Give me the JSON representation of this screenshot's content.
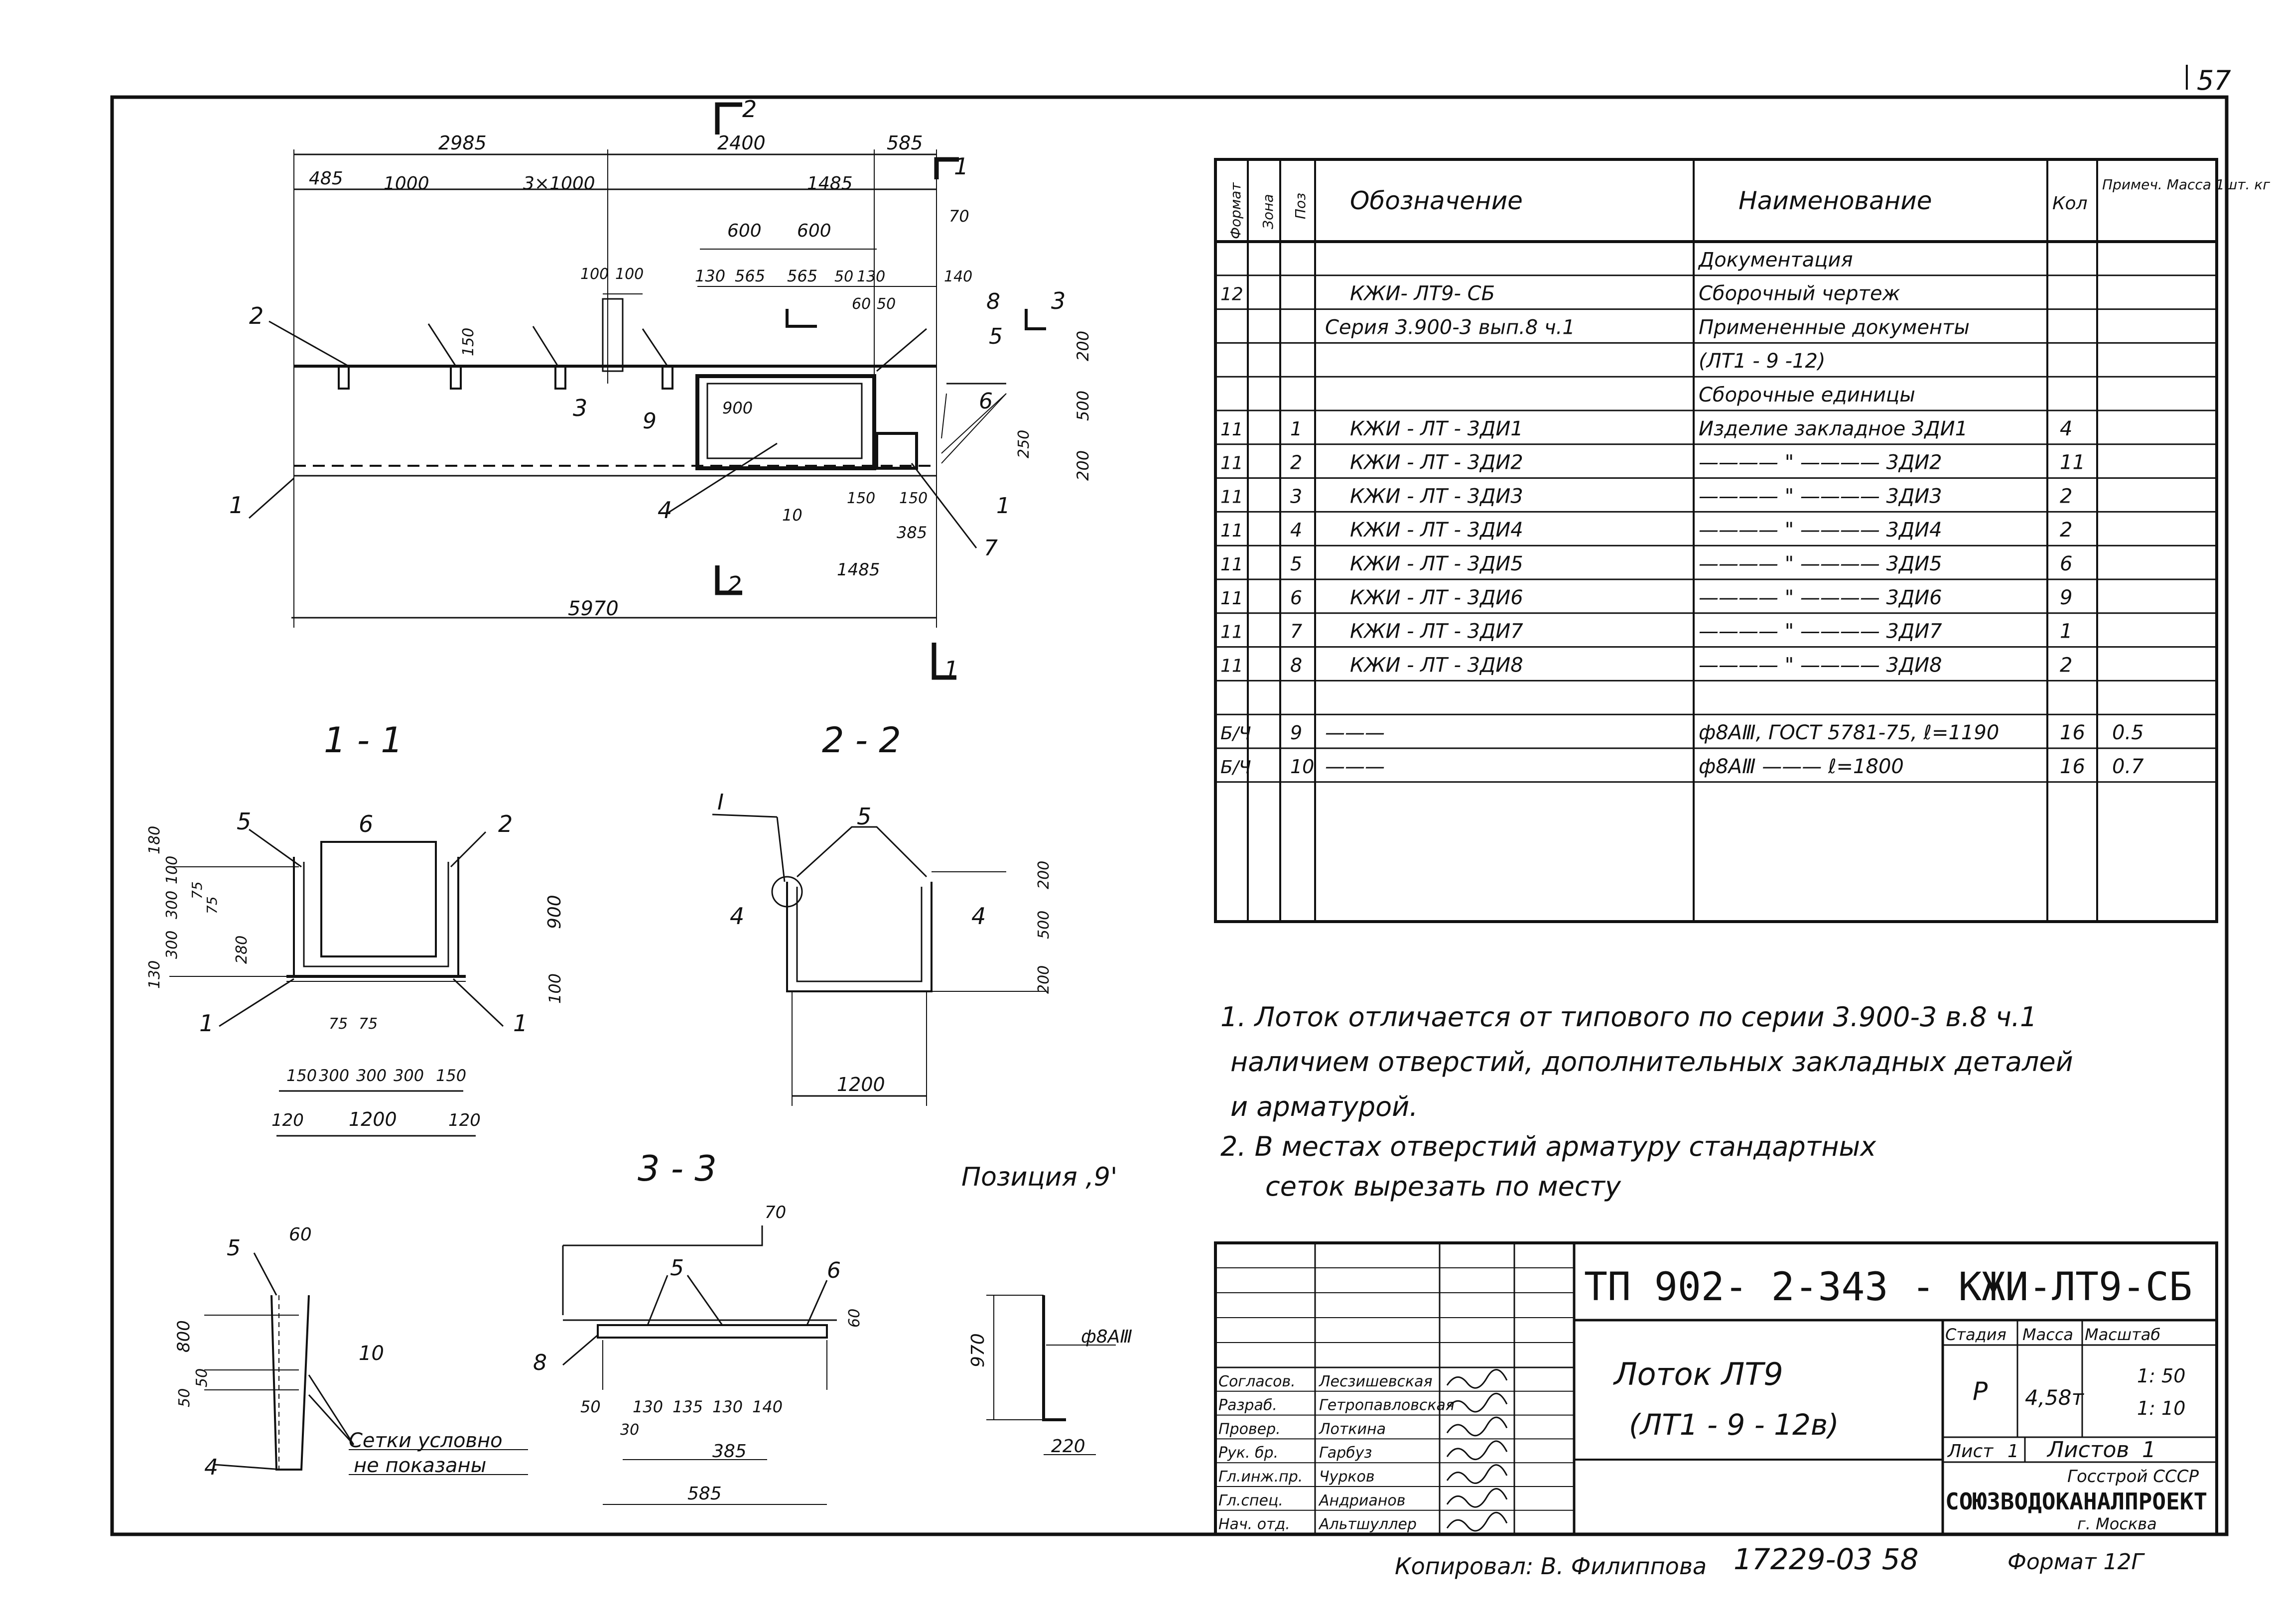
{
  "sheet": {
    "page_number": "57",
    "copied_by": "Копировал: В. Филиппова",
    "copy_code": "17229-03  58",
    "format": "Формат 12Г"
  },
  "plan": {
    "dims": [
      "2985",
      "2400",
      "585",
      "485",
      "1000",
      "3×1000",
      "1485",
      "600",
      "600",
      "130",
      "565",
      "565",
      "50",
      "130",
      "60",
      "50",
      "70",
      "140",
      "100",
      "100",
      "150",
      "900",
      "200",
      "500",
      "200",
      "250",
      "150",
      "150",
      "385",
      "1485",
      "5970",
      "10"
    ],
    "positions": [
      "1",
      "2",
      "3",
      "4",
      "5",
      "6",
      "7",
      "8",
      "9",
      "1"
    ],
    "cut_marks": [
      "2",
      "1",
      "3",
      "2",
      "1"
    ]
  },
  "sections": {
    "s11_title": "1 - 1",
    "s22_title": "2 - 2",
    "s33_title": "3 - 3",
    "pos9_title": "Позиция ,9'",
    "s11_dims": [
      "180",
      "100",
      "300",
      "300",
      "75",
      "75",
      "130",
      "280",
      "900",
      "100",
      "75",
      "75",
      "150",
      "300",
      "300",
      "300",
      "150",
      "120",
      "1200",
      "120"
    ],
    "s11_pos": [
      "5",
      "6",
      "2",
      "1",
      "1"
    ],
    "s22_dims": [
      "200",
      "500",
      "200",
      "1200"
    ],
    "s22_pos": [
      "I",
      "5",
      "4",
      "4"
    ],
    "s33_dims": [
      "60",
      "800",
      "50",
      "50",
      "70",
      "60",
      "50",
      "130",
      "135",
      "130",
      "140",
      "30",
      "385",
      "585"
    ],
    "s33_pos": [
      "5",
      "10",
      "4",
      "5",
      "6",
      "8"
    ],
    "s33_note": "Сетки условно не показаны",
    "pos9_dims": [
      "970",
      "220"
    ],
    "pos9_label": "ф8АⅢ"
  },
  "spec": {
    "headers": [
      "Формат",
      "Зона",
      "Поз",
      "Обозначение",
      "Наименование",
      "Кол",
      "Примеч. Масса 1шт. кг"
    ],
    "rows": [
      {
        "fmt": "",
        "zone": "",
        "pos": "",
        "des": "",
        "name": "Документация",
        "qty": "",
        "note": ""
      },
      {
        "fmt": "12",
        "zone": "",
        "pos": "",
        "des": "КЖИ- ЛТ9- СБ",
        "name": "Сборочный чертеж",
        "qty": "",
        "note": ""
      },
      {
        "fmt": "",
        "zone": "",
        "pos": "",
        "des": "Серия 3.900-3 вып.8 ч.1",
        "name": "Примененные документы",
        "qty": "",
        "note": ""
      },
      {
        "fmt": "",
        "zone": "",
        "pos": "",
        "des": "",
        "name": "(ЛТ1 - 9 -12)",
        "qty": "",
        "note": ""
      },
      {
        "fmt": "",
        "zone": "",
        "pos": "",
        "des": "",
        "name": "Сборочные единицы",
        "qty": "",
        "note": ""
      },
      {
        "fmt": "11",
        "zone": "",
        "pos": "1",
        "des": "КЖИ - ЛТ - 3ДИ1",
        "name": "Изделие закладное 3ДИ1",
        "qty": "4",
        "note": ""
      },
      {
        "fmt": "11",
        "zone": "",
        "pos": "2",
        "des": "КЖИ - ЛТ - 3ДИ2",
        "name": "———— \" ———— 3ДИ2",
        "qty": "11",
        "note": ""
      },
      {
        "fmt": "11",
        "zone": "",
        "pos": "3",
        "des": "КЖИ - ЛТ - 3ДИ3",
        "name": "———— \" ———— 3ДИ3",
        "qty": "2",
        "note": ""
      },
      {
        "fmt": "11",
        "zone": "",
        "pos": "4",
        "des": "КЖИ - ЛТ - 3ДИ4",
        "name": "———— \" ———— 3ДИ4",
        "qty": "2",
        "note": ""
      },
      {
        "fmt": "11",
        "zone": "",
        "pos": "5",
        "des": "КЖИ - ЛТ - 3ДИ5",
        "name": "———— \" ———— 3ДИ5",
        "qty": "6",
        "note": ""
      },
      {
        "fmt": "11",
        "zone": "",
        "pos": "6",
        "des": "КЖИ - ЛТ - 3ДИ6",
        "name": "———— \" ———— 3ДИ6",
        "qty": "9",
        "note": ""
      },
      {
        "fmt": "11",
        "zone": "",
        "pos": "7",
        "des": "КЖИ - ЛТ - 3ДИ7",
        "name": "———— \" ———— 3ДИ7",
        "qty": "1",
        "note": ""
      },
      {
        "fmt": "11",
        "zone": "",
        "pos": "8",
        "des": "КЖИ - ЛТ - 3ДИ8",
        "name": "———— \" ———— 3ДИ8",
        "qty": "2",
        "note": ""
      },
      {
        "fmt": "",
        "zone": "",
        "pos": "",
        "des": "",
        "name": "",
        "qty": "",
        "note": ""
      },
      {
        "fmt": "Б/Ч",
        "zone": "",
        "pos": "9",
        "des": "———",
        "name": "ф8АⅢ, ГОСТ 5781-75, ℓ=1190",
        "qty": "16",
        "note": "0.5"
      },
      {
        "fmt": "Б/Ч",
        "zone": "",
        "pos": "10",
        "des": "———",
        "name": "ф8АⅢ ——— ℓ=1800",
        "qty": "16",
        "note": "0.7"
      }
    ]
  },
  "notes": [
    "1. Лоток отличается от типового по серии 3.900-3 в.8 ч.1",
    "наличием отверстий, дополнительных закладных деталей",
    "и арматурой.",
    "2. В местах отверстий арматуру стандартных",
    "сеток вырезать по месту"
  ],
  "title_block": {
    "doc_code": "ТП 902- 2-343 -    КЖИ-ЛТ9-СБ",
    "item_name_1": "Лоток  ЛТ9",
    "item_name_2": "(ЛТ1 - 9 - 12в)",
    "stage_label": "Стадия",
    "mass_label": "Масса",
    "scale_label": "Масштаб",
    "stage": "Р",
    "mass": "4,58т",
    "scale_1": "1: 50",
    "scale_2": "1: 10",
    "sheet_label": "Лист",
    "sheets_label": "Листов",
    "sheet_no": "1",
    "sheets_no": "1",
    "org_1": "Госстрой СССР",
    "org_2": "СОЮЗВОДОКАНАЛПРОЕКТ",
    "org_3": "г. Москва",
    "signers": [
      {
        "role": "Согласов.",
        "name": "Лесзишевская"
      },
      {
        "role": "Разраб.",
        "name": "Гетропавловская"
      },
      {
        "role": "Провер.",
        "name": "Лоткина"
      },
      {
        "role": "Рук. бр.",
        "name": "Гарбуз"
      },
      {
        "role": "Гл.инж.пр.",
        "name": "Чурков"
      },
      {
        "role": "Гл.спец.",
        "name": "Андрианов"
      },
      {
        "role": "Нач. отд.",
        "name": "Альтшуллер"
      }
    ]
  }
}
